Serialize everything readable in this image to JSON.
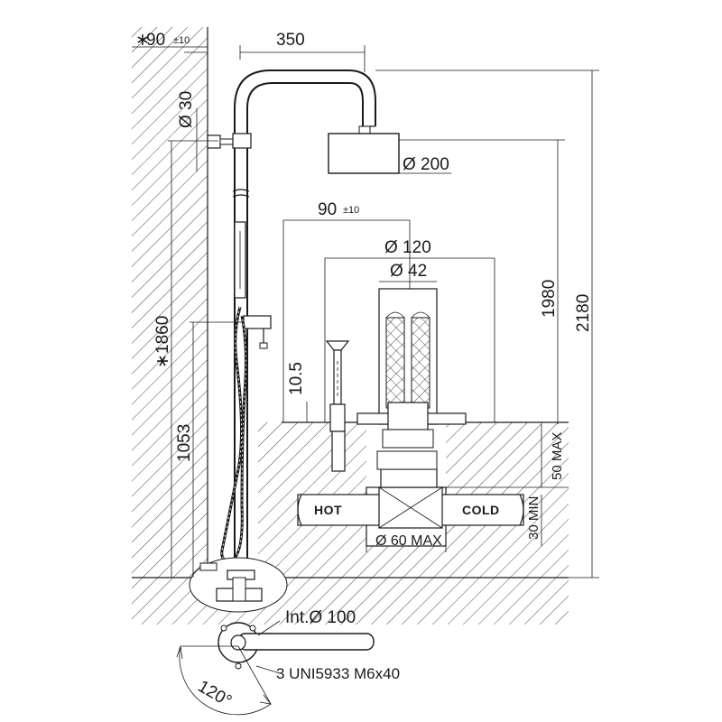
{
  "dims": {
    "wall_offset": "90",
    "wall_offset_tol": "±10",
    "arm_reach": "350",
    "pipe_diameter": "Ø 30",
    "head_diameter": "Ø 200",
    "mixer_offset": "90",
    "mixer_offset_tol": "±10",
    "flange_diameter": "Ø 120",
    "inner_diameter": "Ø 42",
    "height_head": "1980",
    "height_total": "2180",
    "height_wall_bracket": "1860",
    "height_mixer": "1053",
    "recess_depth": "10.5",
    "max_depth": "50 MAX",
    "min_depth": "30 MIN",
    "pipe_max": "Ø 60 MAX",
    "base_int": "Int.Ø 100",
    "screw_spec": "3 UNI5933  M6x40",
    "angle": "120°"
  },
  "marks": {
    "asterisk": "∗"
  },
  "labels": {
    "hot": "HOT",
    "cold": "COLD"
  }
}
